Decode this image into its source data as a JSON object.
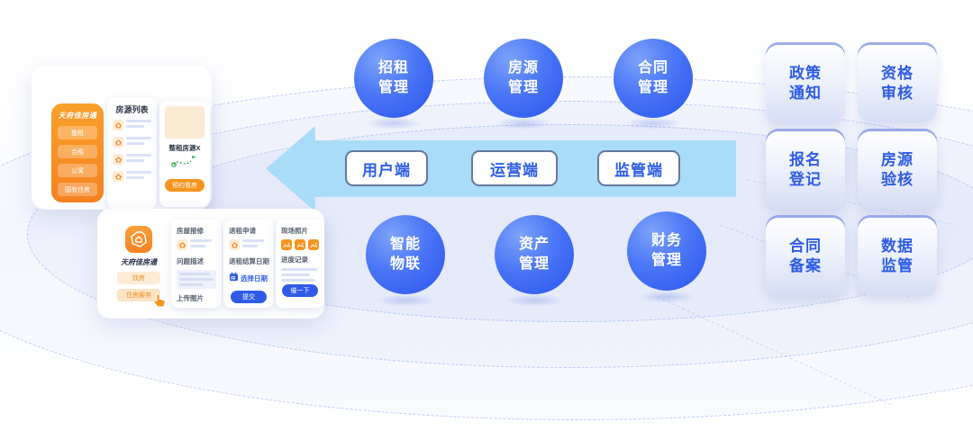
{
  "colors": {
    "accent_blue": "#2E5CE6",
    "sphere_blue": "#2F5FF2",
    "arrow_blue": "#A9DCF7",
    "brand_orange": "#F7941E",
    "route_green": "#3AA854"
  },
  "mockup_listing": {
    "brand": "天府佳房通",
    "nav_items": [
      {
        "label": "整租"
      },
      {
        "label": "合租"
      },
      {
        "label": "公寓"
      },
      {
        "label": "国有住房"
      }
    ],
    "list_title": "房源列表",
    "detail_title": "整租房源X",
    "detail_cta": "预约看房"
  },
  "mockup_services": {
    "brand": "天府佳房通",
    "find_btn": "找房",
    "service_btn": "住房服务",
    "repair": {
      "title": "房屋报修",
      "desc_label": "问题描述",
      "upload_label": "上传图片"
    },
    "lease": {
      "title": "退租申请",
      "date_label": "退租结算日期",
      "date_pick": "选择日期",
      "submit": "提交"
    },
    "photos": {
      "title": "现场照片",
      "progress_label": "进度记录",
      "urge": "催一下"
    }
  },
  "circles": [
    {
      "line1": "招租",
      "line2": "管理"
    },
    {
      "line1": "房源",
      "line2": "管理"
    },
    {
      "line1": "合同",
      "line2": "管理"
    },
    {
      "line1": "智能",
      "line2": "物联"
    },
    {
      "line1": "资产",
      "line2": "管理"
    },
    {
      "line1": "财务",
      "line2": "管理"
    }
  ],
  "arrow_badges": [
    {
      "label": "用户端"
    },
    {
      "label": "运营端"
    },
    {
      "label": "监管端"
    }
  ],
  "gov_tiles": [
    {
      "line1": "政策",
      "line2": "通知"
    },
    {
      "line1": "资格",
      "line2": "审核"
    },
    {
      "line1": "报名",
      "line2": "登记"
    },
    {
      "line1": "房源",
      "line2": "验核"
    },
    {
      "line1": "合同",
      "line2": "备案"
    },
    {
      "line1": "数据",
      "line2": "监管"
    }
  ]
}
